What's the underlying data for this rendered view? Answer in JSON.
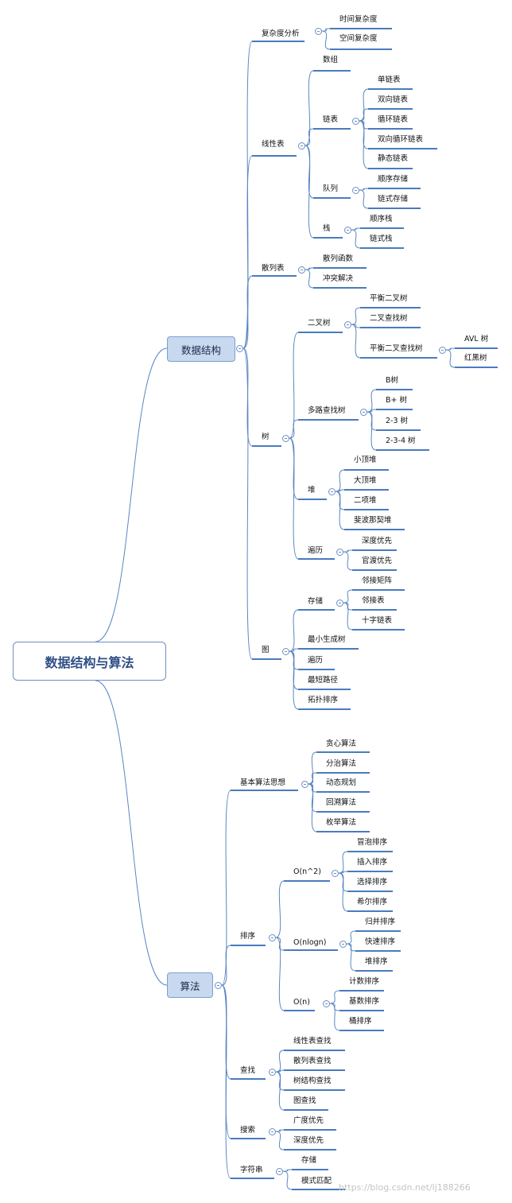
{
  "root": {
    "label": "数据结构与算法"
  },
  "main_nodes": {
    "ds": "数据结构",
    "algo": "算法"
  },
  "nodes": {
    "complexity": "复杂度分析",
    "time_c": "时间复杂度",
    "space_c": "空间复杂度",
    "linear": "线性表",
    "array": "数组",
    "linked": "链表",
    "singly": "单链表",
    "doubly": "双向链表",
    "circular": "循环链表",
    "dcircular": "双向循环链表",
    "static": "静态链表",
    "queue": "队列",
    "seq_store": "顺序存储",
    "chain_store": "链式存储",
    "stack": "栈",
    "seq_stack": "顺序栈",
    "chain_stack": "链式栈",
    "hash": "散列表",
    "hash_fn": "散列函数",
    "conflict": "冲突解决",
    "tree": "树",
    "binary": "二叉树",
    "balanced_bt": "平衡二叉树",
    "bst": "二叉查找树",
    "balanced_bst": "平衡二叉查找树",
    "avl": "AVL 树",
    "rb": "红黑树",
    "multiway": "多路查找树",
    "btree": "B树",
    "bplus": "B+ 树",
    "t23": "2-3 树",
    "t234": "2-3-4 树",
    "heap": "堆",
    "min_heap": "小顶堆",
    "max_heap": "大顶堆",
    "binomial": "二项堆",
    "fib": "斐波那契堆",
    "traverse": "遍历",
    "dfs_t": "深度优先",
    "bfs_t": "官渡优先",
    "graph": "图",
    "g_store": "存储",
    "adj_matrix": "邻接矩阵",
    "adj_list": "邻接表",
    "cross_list": "十字链表",
    "mst": "最小生成树",
    "g_traverse": "遍历",
    "shortest": "最短路径",
    "topo": "拓扑排序",
    "basic_ideas": "基本算法思想",
    "greedy": "贪心算法",
    "divide": "分治算法",
    "dp": "动态规划",
    "backtrack": "回溯算法",
    "enumerate": "枚举算法",
    "sort": "排序",
    "on2": "O(n^2)",
    "bubble": "冒泡排序",
    "insertion": "插入排序",
    "selection": "选择排序",
    "shell": "希尔排序",
    "onlogn": "O(nlogn)",
    "merge": "归并排序",
    "quick": "快速排序",
    "heapsort": "堆排序",
    "on": "O(n)",
    "counting": "计数排序",
    "radix": "基数排序",
    "bucket": "桶排序",
    "search": "查找",
    "linear_search": "线性表查找",
    "hash_search": "散列表查找",
    "tree_search": "树结构查找",
    "graph_search": "图查找",
    "searching": "搜索",
    "bfs": "广度优先",
    "dfs": "深度优先",
    "string": "字符串",
    "s_store": "存储",
    "pattern": "模式匹配"
  },
  "watermark": "https://blog.csdn.net/lj188266",
  "colors": {
    "line": "#5b86c2",
    "underline": "#4a7bbe",
    "main_fill": "#c8d8ee",
    "root_text": "#2f4f86"
  }
}
